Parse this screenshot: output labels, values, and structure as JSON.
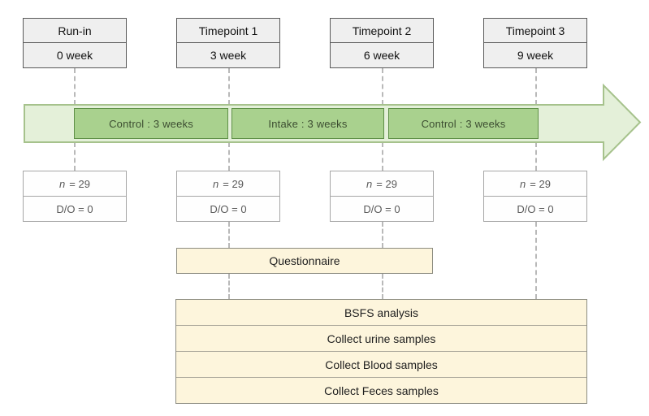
{
  "palette": {
    "gray_box_fill": "#efefef",
    "gray_box_border": "#595959",
    "muted_border": "#a6a6a6",
    "muted_text": "#595959",
    "dash_color": "#b9b9b9",
    "arrow_fill": "#e4f0d9",
    "arrow_stroke": "#a6c28c",
    "phase_fill": "#a9d18e",
    "phase_border": "#5e8f46",
    "phase_text": "#3c4d31",
    "cream_fill": "#fdf5dc",
    "cream_border": "#8c8c80"
  },
  "timepoints": [
    {
      "label": "Run-in",
      "week": "0 week",
      "n_label": "n",
      "n_value": "= 29",
      "dropout": "D/O = 0"
    },
    {
      "label": "Timepoint 1",
      "week": "3 week",
      "n_label": "n",
      "n_value": "= 29",
      "dropout": "D/O = 0"
    },
    {
      "label": "Timepoint 2",
      "week": "6 week",
      "n_label": "n",
      "n_value": "= 29",
      "dropout": "D/O = 0"
    },
    {
      "label": "Timepoint 3",
      "week": "9 week",
      "n_label": "n",
      "n_value": "= 29",
      "dropout": "D/O = 0"
    }
  ],
  "arrow_phases": [
    {
      "label": "Control : 3 weeks"
    },
    {
      "label": "Intake : 3 weeks"
    },
    {
      "label": "Control : 3 weeks"
    }
  ],
  "questionnaire": {
    "label": "Questionnaire"
  },
  "assessments": [
    "BSFS analysis",
    "Collect urine samples",
    "Collect Blood samples",
    "Collect Feces samples"
  ]
}
